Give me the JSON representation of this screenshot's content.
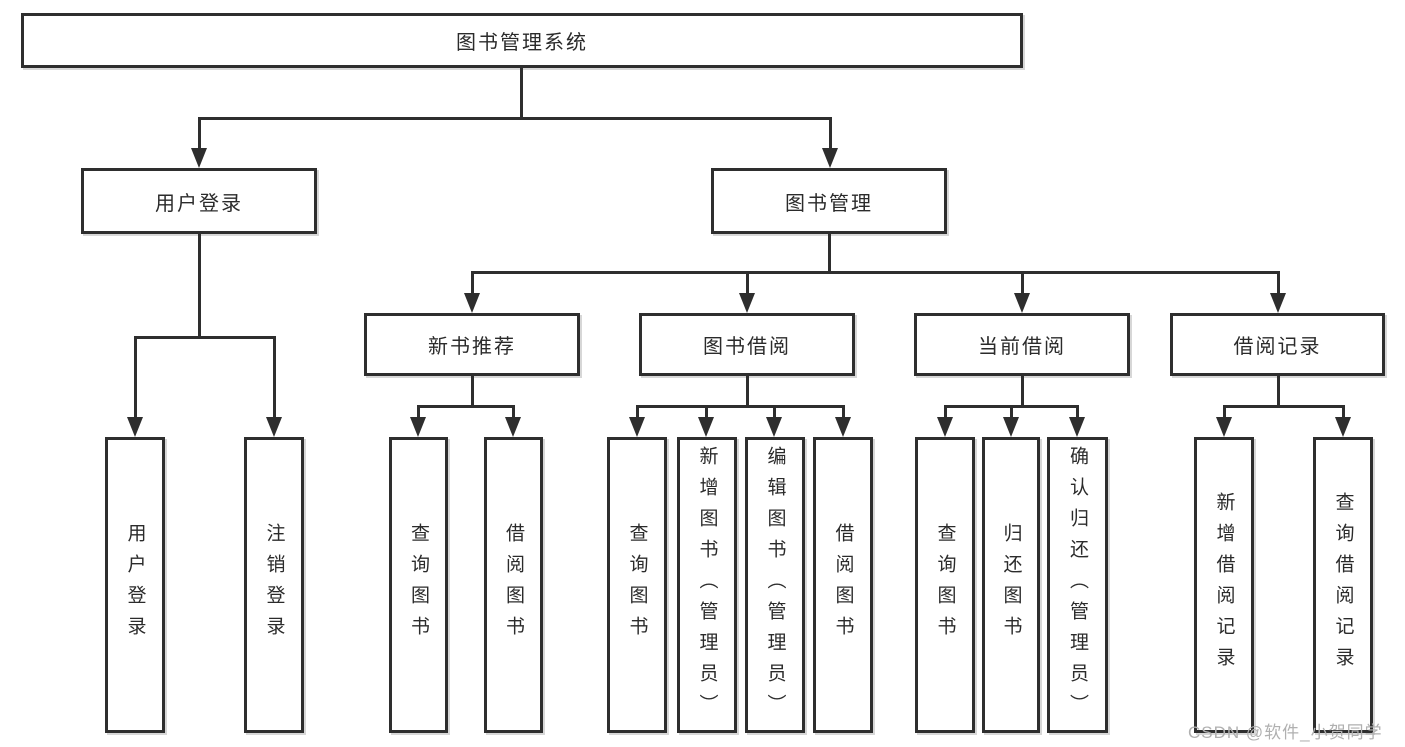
{
  "diagram": {
    "root": {
      "label": "图书管理系统"
    },
    "level2": {
      "user_login": "用户登录",
      "book_management": "图书管理"
    },
    "level3": {
      "new_book_recommend": "新书推荐",
      "book_borrowing": "图书借阅",
      "current_borrowing": "当前借阅",
      "borrowing_records": "借阅记录"
    },
    "leaves": {
      "user_login": [
        "用户登录",
        "注销登录"
      ],
      "new_book_recommend": [
        "查询图书",
        "借阅图书"
      ],
      "book_borrowing": [
        "查询图书",
        "新增图书（管理员）",
        "编辑图书（管理员）",
        "借阅图书"
      ],
      "current_borrowing": [
        "查询图书",
        "归还图书",
        "确认归还（管理员）"
      ],
      "borrowing_records": [
        "新增借阅记录",
        "查询借阅记录"
      ]
    },
    "watermark": "CSDN @软件_小贺同学",
    "colors": {
      "line": "#2e2e2e",
      "text": "#2b2b2b",
      "watermark": "#b0b0b0",
      "background": "#ffffff"
    }
  }
}
